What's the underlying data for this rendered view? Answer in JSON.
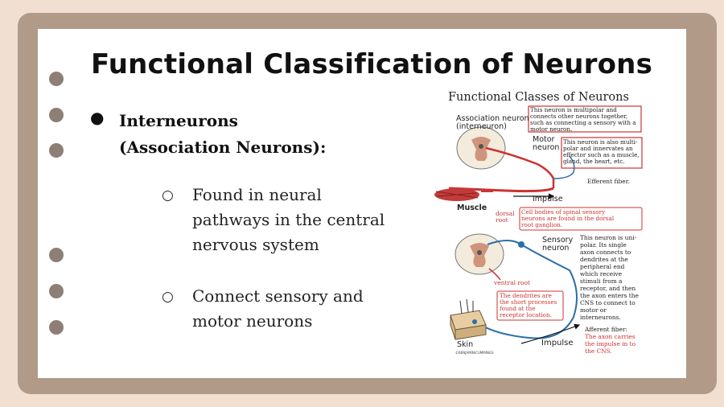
{
  "slide": {
    "title": "Functional Classification of Neurons",
    "heading_line1": "Interneurons",
    "heading_line2": "(Association Neurons):",
    "points": [
      {
        "lines": [
          "Found in neural",
          "pathways in the central",
          "nervous system"
        ]
      },
      {
        "lines": [
          "Connect sensory and",
          "motor neurons"
        ]
      }
    ]
  },
  "diagram": {
    "title": "Functional Classes of Neurons",
    "association_label_1": "Association neuron",
    "association_label_2": "(interneuron)",
    "assoc_note": [
      "This neuron is multipolar and",
      "connects other neurons together,",
      "such as connecting a sensory with a",
      "motor neuron."
    ],
    "motor_label_1": "Motor",
    "motor_label_2": "neuron",
    "motor_note": [
      "This neuron is also multi-",
      "polar and innervates an",
      "effector such as a muscle,",
      "gland, the heart, etc."
    ],
    "efferent": "Efferent fiber.",
    "impulse_top": "Impulse",
    "muscle": "Muscle",
    "dorsal_root_1": "dorsal",
    "dorsal_root_2": "root",
    "ganglion_note": [
      "Cell bodies of spinal sensory",
      "neurons are found in the dorsal",
      "root ganglion."
    ],
    "sensory_label_1": "Sensory",
    "sensory_label_2": "neuron",
    "sensory_note": [
      "This neuron is uni-",
      "polar.  Its single",
      "axon connects to",
      "dendrites at the",
      "peripheral end",
      "which receive",
      "stimuli from a",
      "receptor, and then",
      "the axon enters the",
      "CNS to connect to",
      "motor or",
      "interneurons."
    ],
    "ventral_root": "ventral root",
    "dendrite_note": [
      "The dendrites are",
      "the short processes",
      "found at the",
      "receptor location."
    ],
    "afferent_label": "Afferent fiber:",
    "afferent_note": [
      "The axon carries",
      "the impulse in to",
      "the CNS."
    ],
    "skin": "Skin",
    "impulse_bottom": "Impulse",
    "copyright": "©BENJAMIN/CUMMINGS"
  }
}
